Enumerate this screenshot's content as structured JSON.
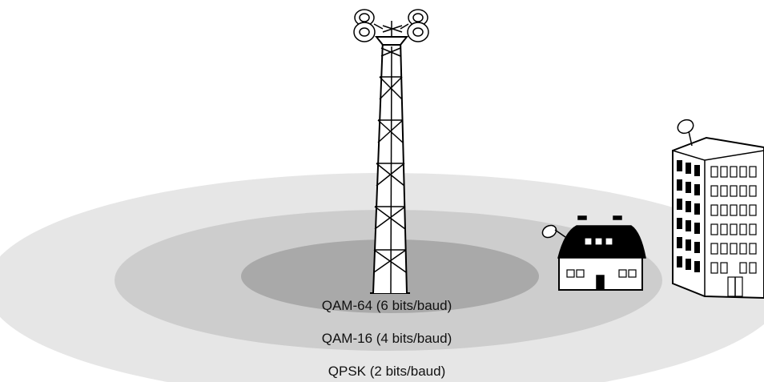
{
  "zones": [
    {
      "label": "QAM-64 (6 bits/baud)",
      "fill": "#a9a9a9"
    },
    {
      "label": "QAM-16 (4 bits/baud)",
      "fill": "#cdcdcd"
    },
    {
      "label": "QPSK (2 bits/baud)",
      "fill": "#e6e6e6"
    }
  ],
  "icons": {
    "tower": "cell-tower-icon",
    "house": "house-icon",
    "building": "office-building-icon",
    "dish": "satellite-dish-icon"
  }
}
